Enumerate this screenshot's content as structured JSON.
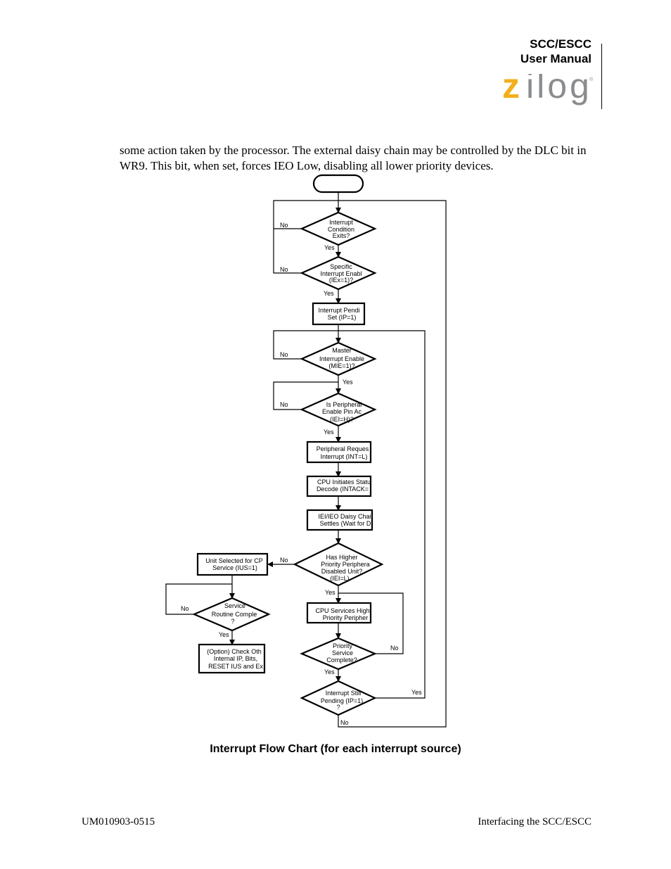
{
  "header": {
    "title_line1": "SCC/ESCC",
    "title_line2": "User Manual",
    "logo_text": "zilog",
    "brand_colors": {
      "logo_z": "#f2b01e",
      "logo_rest": "#8a8c8e"
    }
  },
  "body": {
    "paragraph": "some action taken by the processor. The external daisy chain may be controlled by the DLC bit in WR9. This bit, when set, forces IEO Low, disabling all lower priority devices."
  },
  "flowchart": {
    "start_label": "",
    "decisions": {
      "interrupt_condition": [
        "Interrupt",
        "Condition",
        "Exits?"
      ],
      "specific_enable": [
        "Specific",
        "Interrupt Enabl",
        "(IEx=1)?"
      ],
      "master_enable": [
        "Master",
        "Interrupt Enable",
        "(MIE=1)?"
      ],
      "peripheral_pin": [
        "Is Peripheral",
        "Enable Pin Ac",
        "(IEI=H)?"
      ],
      "higher_priority": [
        "Has Higher",
        "Priority Periphera",
        "Disabled Unit?",
        "(IEI=L)"
      ],
      "service_complete": [
        "Service",
        "Routine Comple",
        "?"
      ],
      "priority_complete": [
        "Priority",
        "Service",
        "Complete?"
      ],
      "still_pending": [
        "Interrupt Still",
        "Pending (IP=1)",
        "?"
      ]
    },
    "processes": {
      "pending_set": [
        "Interrupt Pendi",
        "Set (IP=1)"
      ],
      "peripheral_request": [
        "Peripheral Reques",
        "Interrupt (INT=L)"
      ],
      "cpu_status": [
        "CPU Initiates Statu",
        "Decode (INTACK="
      ],
      "daisy_chain": [
        "IEI/IEO Daisy Chai",
        "Settles (Wait for D"
      ],
      "cpu_services": [
        "CPU Services High",
        "Priority Peripher"
      ],
      "unit_selected": [
        "Unit Selected for CP",
        "Service (IUS=1)"
      ],
      "option_check": [
        "(Option) Check Oth",
        "Internal IP, Bits,",
        "RESET IUS and Ex"
      ]
    },
    "branch_labels": {
      "no_condition": "No",
      "yes_condition": "Yes",
      "no_specific": "No",
      "yes_specific": "Yes",
      "no_master": "No",
      "yes_master": "Yes",
      "no_pin": "No",
      "yes_pin": "Yes",
      "no_higher": "No",
      "yes_higher": "Yes",
      "no_service": "No",
      "yes_service": "Yes",
      "no_priority": "No",
      "yes_priority": "Yes",
      "yes_pending": "Yes",
      "no_pending": "No"
    }
  },
  "caption": "Interrupt Flow Chart (for each interrupt source)",
  "footer": {
    "left": "UM010903-0515",
    "right": "Interfacing the SCC/ESCC"
  }
}
